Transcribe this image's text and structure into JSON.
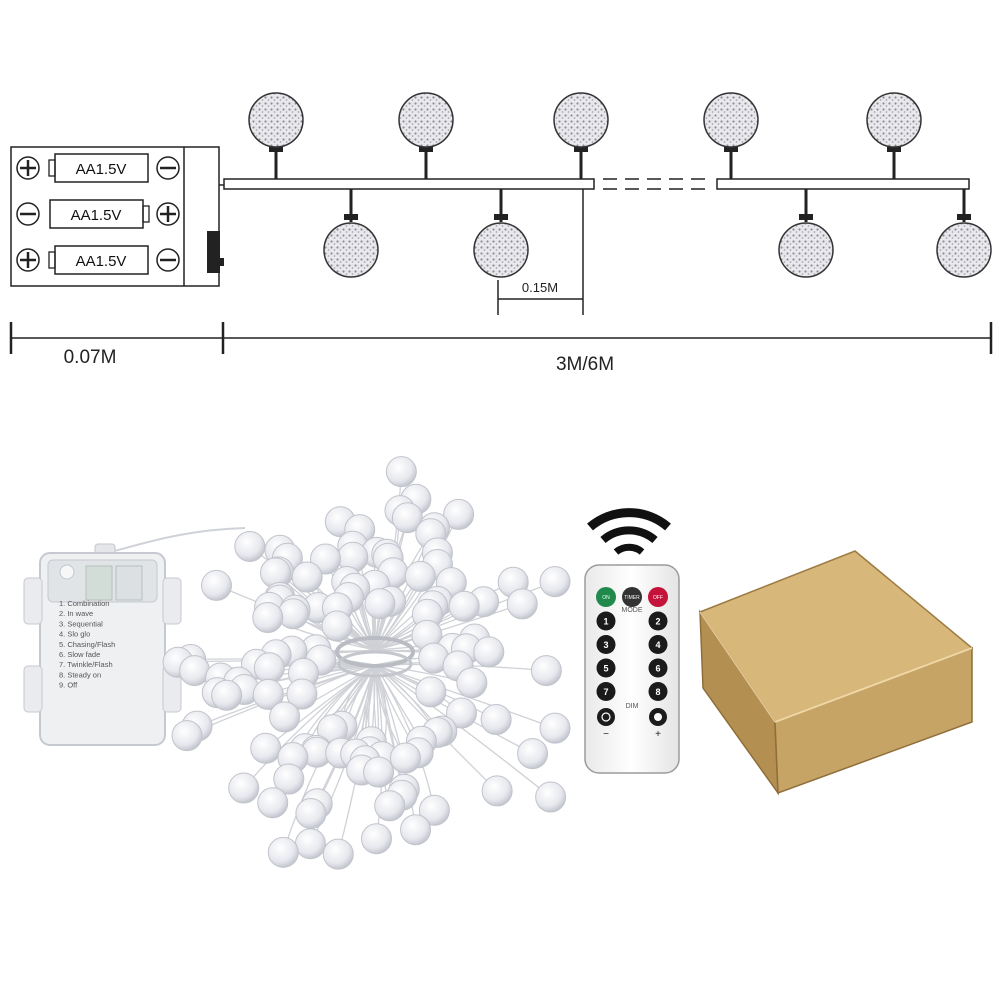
{
  "diagram": {
    "batteries": [
      {
        "label": "AA1.5V",
        "left_symbol": "+",
        "right_symbol": "−"
      },
      {
        "label": "AA1.5V",
        "left_symbol": "−",
        "right_symbol": "+"
      },
      {
        "label": "AA1.5V",
        "left_symbol": "+",
        "right_symbol": "−"
      }
    ],
    "spacing_label": "0.15M",
    "lead_length_label": "0.07M",
    "string_length_label": "3M/6M"
  },
  "battery_box": {
    "modes": [
      "1. Combination",
      "2. In wave",
      "3. Sequential",
      "4. Slo glo",
      "5. Chasing/Flash",
      "6. Slow fade",
      "7. Twinkle/Flash",
      "8. Steady on",
      "9. Off"
    ]
  },
  "remote": {
    "top_buttons": [
      {
        "label": "ON",
        "color": "#1f8a4c"
      },
      {
        "label": "TIMER",
        "color": "#333333"
      },
      {
        "label": "OFF",
        "color": "#c4123a"
      }
    ],
    "mode_label": "MODE",
    "number_keys": [
      "1",
      "2",
      "3",
      "4",
      "5",
      "6",
      "7",
      "8"
    ],
    "dim_label": "DIM",
    "minus_label": "−",
    "plus_label": "+"
  },
  "colors": {
    "line": "#222222",
    "bulb": "#e6e6ea",
    "box_front": "#c6a466",
    "box_top": "#d7b77a",
    "box_side": "#b38f52",
    "wifi": "#111111"
  }
}
